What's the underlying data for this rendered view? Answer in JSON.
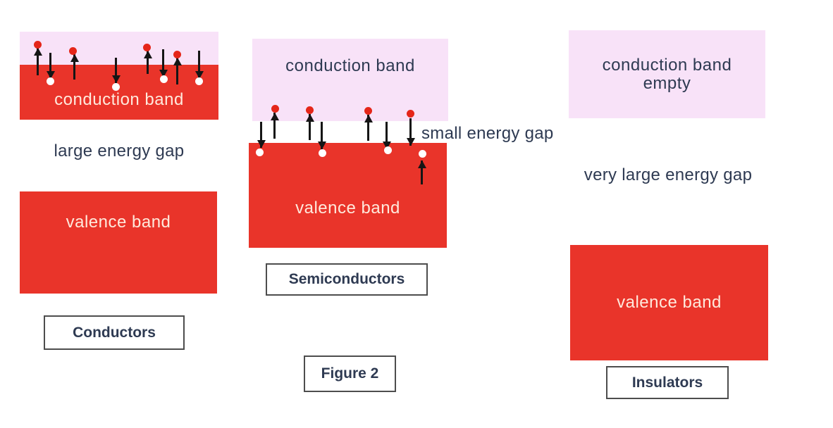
{
  "figure": {
    "caption": "Figure 2"
  },
  "colors": {
    "band_red": "#e9342a",
    "band_pink": "#f8e2f8",
    "text_dark": "#2e3a52",
    "text_on_red": "#ffe9dc",
    "electron_red": "#e52619",
    "hole_white": "#ffffff",
    "arrow_black": "#151515",
    "box_border": "#4d4d4d"
  },
  "panels": {
    "conductors": {
      "conduction_band_label": "conduction band",
      "gap_label": "large energy gap",
      "valence_band_label": "valence band",
      "title": "Conductors"
    },
    "semiconductors": {
      "conduction_band_label": "conduction band",
      "gap_label": "small energy gap",
      "valence_band_label": "valence band",
      "title": "Semiconductors"
    },
    "insulators": {
      "conduction_band_label_line1": "conduction band",
      "conduction_band_label_line2": "empty",
      "gap_label": "very large energy gap",
      "valence_band_label": "valence band",
      "title": "Insulators"
    }
  }
}
